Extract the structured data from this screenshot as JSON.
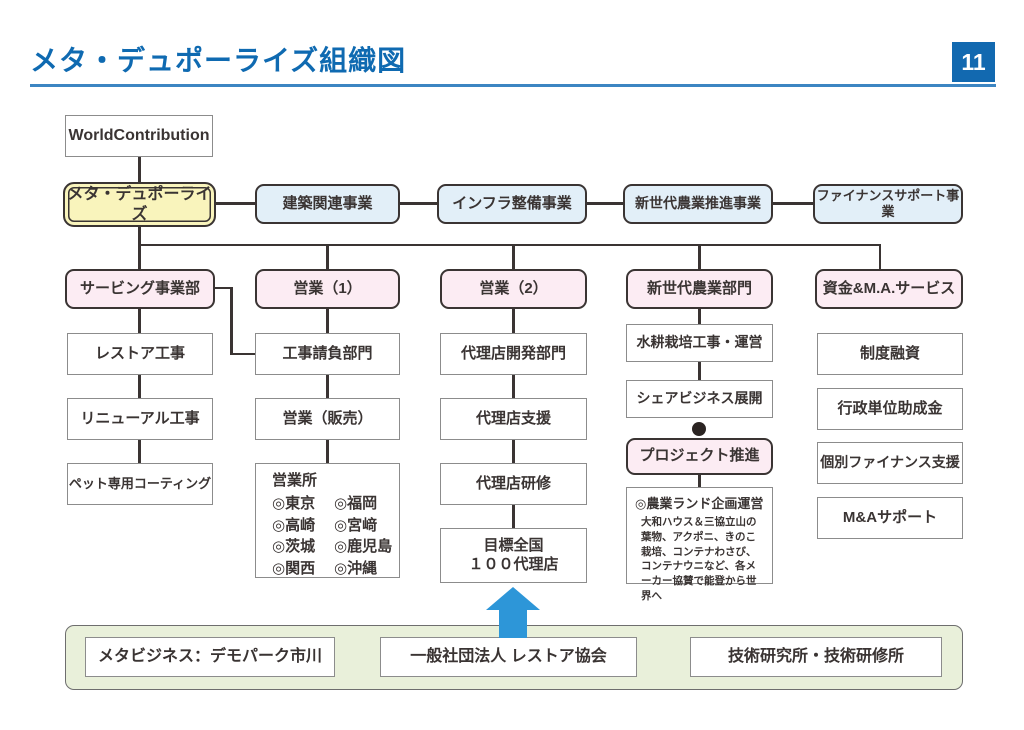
{
  "slide": {
    "title": "メタ・デュポーライズ組織図",
    "page": "11"
  },
  "tree": {
    "root": "WorldContribution",
    "company": "メタ・デュポーライズ",
    "businesses": [
      "建築関連事業",
      "インフラ整備事業",
      "新世代農業推進事業",
      "ファイナンスサポート事業"
    ],
    "divisions": [
      "サービング事業部",
      "営業（1）",
      "営業（2）",
      "新世代農業部門",
      "資金&M.A.サービス"
    ],
    "serving_items": [
      "レストア工事",
      "リニューアル工事",
      "ペット専用コーティング"
    ],
    "sales1_items": [
      "工事請負部門",
      "営業（販売）"
    ],
    "offices": {
      "heading": "営業所",
      "left": [
        "◎東京",
        "◎高崎",
        "◎茨城",
        "◎関西"
      ],
      "right": [
        "◎福岡",
        "◎宮﨑",
        "◎鹿児島",
        "◎沖縄"
      ]
    },
    "sales2_items": [
      "代理店開発部門",
      "代理店支援",
      "代理店研修"
    ],
    "goal": {
      "line1": "目標全国",
      "line2": "１００代理店"
    },
    "agri_items": [
      "水耕栽培工事・運営",
      "シェアビジネス展開"
    ],
    "project": "プロジェクト推進",
    "agri_land": {
      "heading": "◎農業ランド企画運営",
      "body": "大和ハウス＆三協立山の葉物、アクポニ、きのこ栽培、コンテナわさび、コンテナウニなど、各メーカー協賛で能登から世界へ"
    },
    "finance_items": [
      "制度融資",
      "行政単位助成金",
      "個別ファイナンス支援",
      "M&Aサポート"
    ],
    "foundation_items": [
      "メタビジネス：デモパーク市川",
      "一般社団法人 レストア協会",
      "技術研究所・技術研修所"
    ]
  },
  "colors": {
    "accent_blue": "#0f6ab1",
    "page_badge_blue": "#1269b0",
    "arrow_blue": "#2d96d8",
    "box_blue": "#e2eff8",
    "box_pink": "#fcecf3",
    "box_yellow": "#f9f4bc",
    "band_green": "#e9f0da",
    "line_dark": "#3a3433"
  }
}
